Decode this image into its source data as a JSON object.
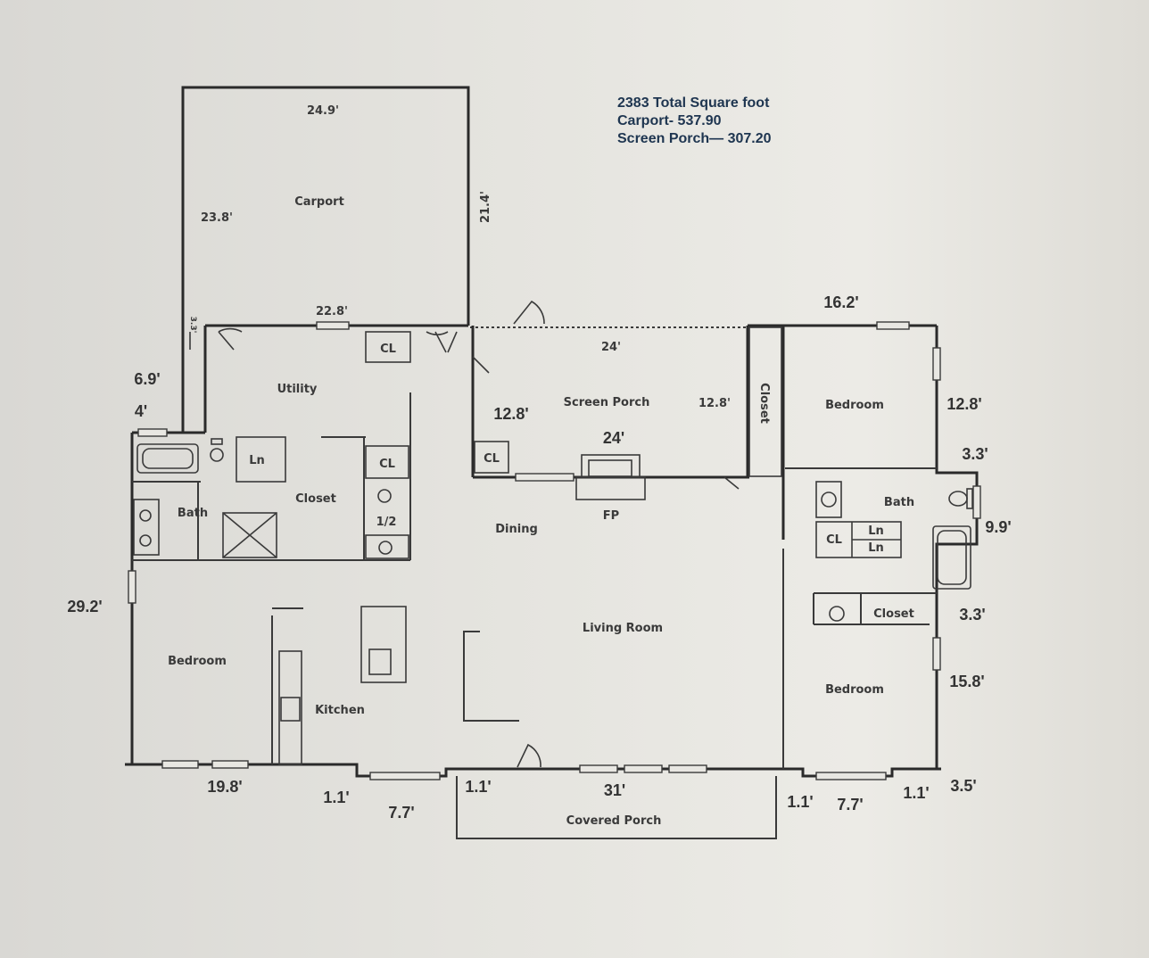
{
  "summary": {
    "total": "2383 Total Square foot",
    "carport": "Carport- 537.90",
    "screen_porch": "Screen Porch— 307.20"
  },
  "rooms": {
    "carport": "Carport",
    "utility": "Utility",
    "screen_porch": "Screen Porch",
    "closet_vertical": "Closet",
    "bedroom_ne": "Bedroom",
    "bath_w": "Bath",
    "closet_w": "Closet",
    "half_bath": "1/2",
    "dining": "Dining",
    "fp": "FP",
    "bath_e": "Bath",
    "closet_e": "Closet",
    "bedroom_w": "Bedroom",
    "living_room": "Living Room",
    "kitchen": "Kitchen",
    "bedroom_se": "Bedroom",
    "covered_porch": "Covered Porch",
    "cl_utility": "CL",
    "cl_mid": "CL",
    "cl_porch": "CL",
    "cl_bath_e": "CL",
    "ln_w": "Ln",
    "ln_e1": "Ln",
    "ln_e2": "Ln"
  },
  "dimensions": {
    "carport_top": "24.9'",
    "carport_left": "23.8'",
    "carport_right": "21.4'",
    "small_side": "3.3'",
    "utility_top": "22.8'",
    "porch_top": "24'",
    "top_right": "16.2'",
    "left_69": "6.9'",
    "left_4": "4'",
    "porch_left": "12.8'",
    "porch_right": "12.8'",
    "porch_width": "24'",
    "right_128": "12.8'",
    "right_33a": "3.3'",
    "right_99": "9.9'",
    "left_292": "29.2'",
    "right_33b": "3.3'",
    "right_158": "15.8'",
    "bottom_198": "19.8'",
    "bottom_11a": "1.1'",
    "bottom_77a": "7.7'",
    "bottom_11b": "1.1'",
    "bottom_31": "31'",
    "bottom_11c": "1.1'",
    "bottom_77b": "7.7'",
    "bottom_11d": "1.1'",
    "right_35": "3.5'"
  }
}
